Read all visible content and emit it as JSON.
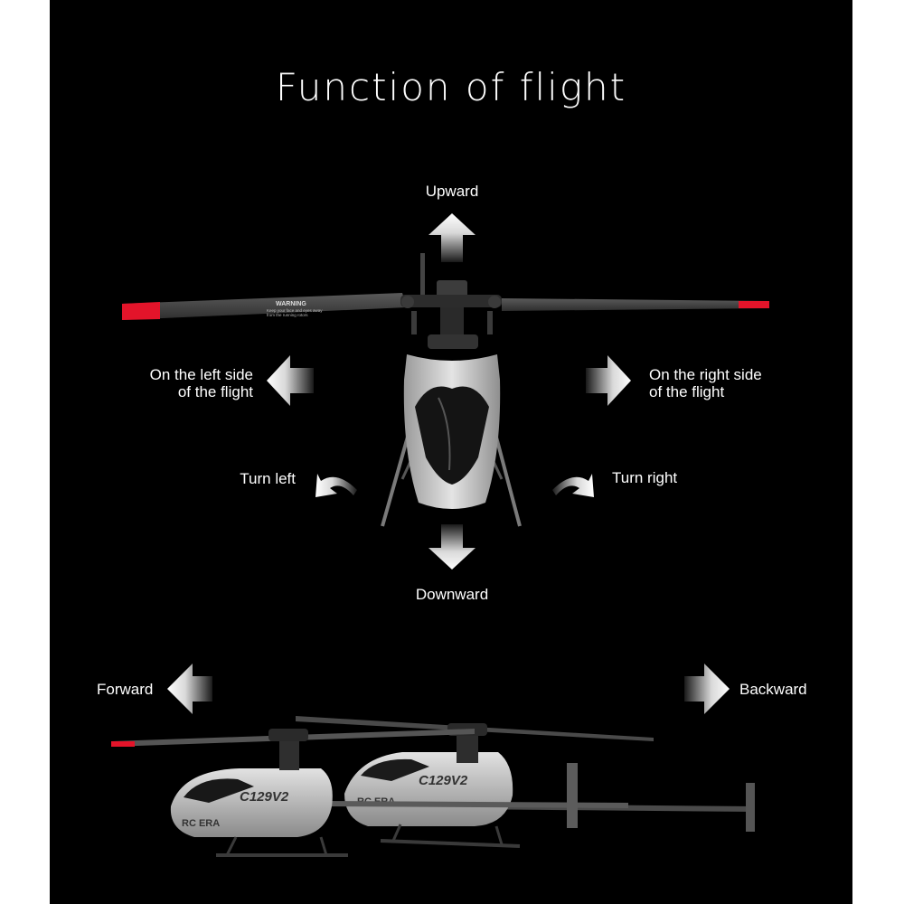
{
  "title": "Function of flight",
  "labels": {
    "upward": "Upward",
    "downward": "Downward",
    "left_side_line1": "On the left side",
    "left_side_line2": "of the flight",
    "right_side_line1": "On the right side",
    "right_side_line2": "of the flight",
    "turn_left": "Turn left",
    "turn_right": "Turn right",
    "forward": "Forward",
    "backward": "Backward"
  },
  "decals": {
    "warning_title": "WARNING",
    "warning_line1": "Keep your face and eyes away",
    "warning_line2": "from the running rotors",
    "model": "C129V2",
    "brand": "RC ERA"
  },
  "colors": {
    "background": "#000000",
    "text": "#ffffff",
    "blade_tip": "#e3142a",
    "body": "#cfcfcf"
  }
}
